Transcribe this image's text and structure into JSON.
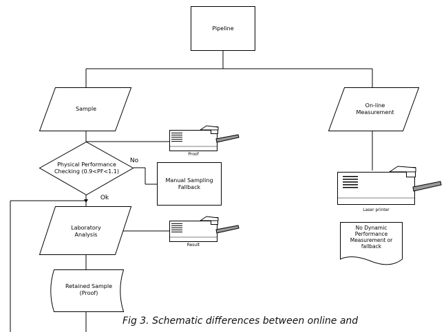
{
  "diagram": {
    "pipeline": "Pipeline",
    "sample": "Sample",
    "online_line1": "On-line",
    "online_line2": "Measurement",
    "decision_line1": "Physical Performance",
    "decision_line2": "Checking (0.9<PF<1.1)",
    "no_label": "No",
    "ok_label": "Ok",
    "manual_line1": "Manual Sampling",
    "manual_line2": "Fallback",
    "lab_line1": "Laboratory",
    "lab_line2": "Analysis",
    "retained_line1": "Retained Sample",
    "retained_line2": "(Proof)",
    "printer_proof": "Proof",
    "printer_result": "Result",
    "printer_laser": "Laser printer",
    "doc_line1": "No Dynamic",
    "doc_line2": "Performance",
    "doc_line3": "Measurement or",
    "doc_line4": "fallback"
  },
  "caption": "Fig 3. Schematic differences between online and",
  "icons": {
    "printer": "printer-icon"
  }
}
